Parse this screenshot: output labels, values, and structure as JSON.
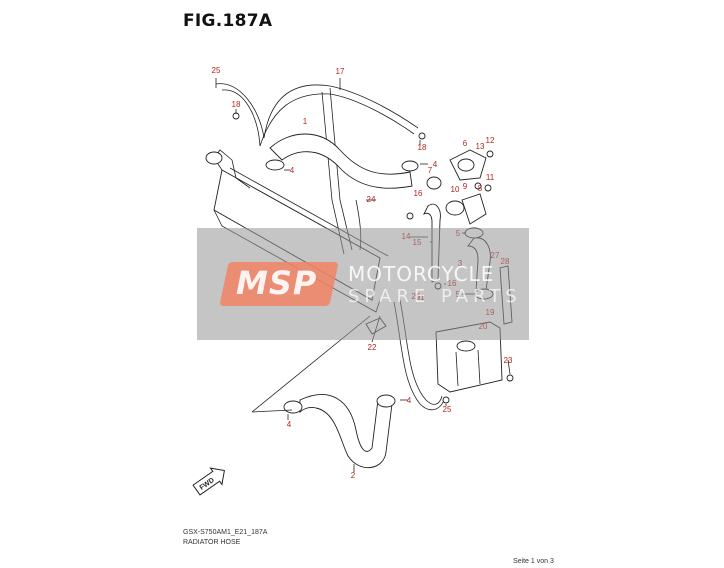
{
  "figure": {
    "title": "FIG.187A"
  },
  "watermark": {
    "logo": "MSP",
    "name": "MOTORCYCLE",
    "sub": "SPARE PARTS"
  },
  "footer": {
    "code": "GSX-S750AM1_E21_187A",
    "caption": "RADIATOR HOSE",
    "page": "Seite 1 von 3"
  },
  "direction_marker": "FWD",
  "callouts": {
    "c25a": "25",
    "c17": "17",
    "c18a": "18",
    "c1": "1",
    "c4a": "4",
    "c4b": "4",
    "c18b": "18",
    "c6": "6",
    "c12": "12",
    "c13": "13",
    "c7": "7",
    "c10": "10",
    "c9": "9",
    "c11": "11",
    "c8": "8",
    "c24": "24",
    "c16a": "16",
    "c3": "3",
    "c14": "14",
    "c15": "15",
    "c5a": "5",
    "c27": "27",
    "c28": "28",
    "c21": "21",
    "c16b": "16",
    "c26": "26",
    "c5b": "5",
    "c19": "19",
    "c20": "20",
    "c22": "22",
    "c23": "23",
    "c4c": "4",
    "c25b": "25",
    "c4d": "4",
    "c2": "2"
  }
}
